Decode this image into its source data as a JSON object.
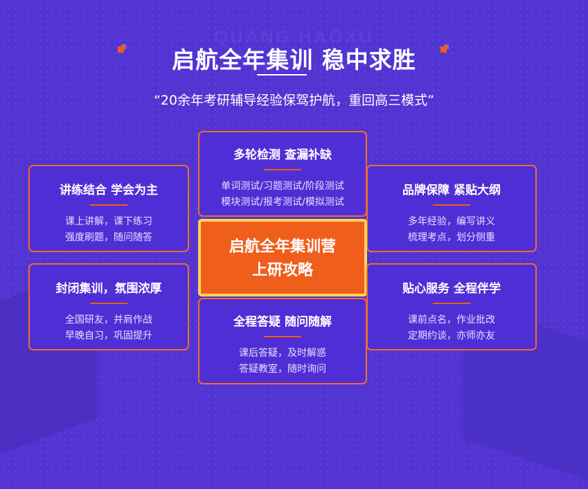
{
  "watermark": "QUANG HAOXU",
  "title": "启航全年集训 稳中求胜",
  "subtitle": "“20余年考研辅导经验保驾护航，重回高三模式”",
  "center": {
    "line1": "启航全年集训营",
    "line2": "上研攻略"
  },
  "boxes": {
    "top": {
      "heading": "多轮检测 查漏补缺",
      "line1": "单词测试/习题测试/阶段测试",
      "line2": "模块测试/报考测试/模拟测试"
    },
    "left1": {
      "heading": "讲练结合 学会为主",
      "line1": "课上讲解，课下练习",
      "line2": "强度刷题，随问随答"
    },
    "right1": {
      "heading": "品牌保障 紧贴大纲",
      "line1": "多年经验，编写讲义",
      "line2": "梳理考点，划分侧重"
    },
    "left2": {
      "heading": "封闭集训，氛围浓厚",
      "line1": "全国研友，并肩作战",
      "line2": "早晚自习，巩固提升"
    },
    "right2": {
      "heading": "贴心服务 全程伴学",
      "line1": "课前点名，作业批改",
      "line2": "定期约谈，亦师亦友"
    },
    "bottom": {
      "heading": "全程答疑 随问随解",
      "line1": "课后答疑，及时解惑",
      "line2": "答疑教室，随时询问"
    }
  },
  "colors": {
    "background": "#5234d2",
    "accent": "#f35a18",
    "border": "#f26a2b",
    "center_border": "#ffd35a"
  }
}
